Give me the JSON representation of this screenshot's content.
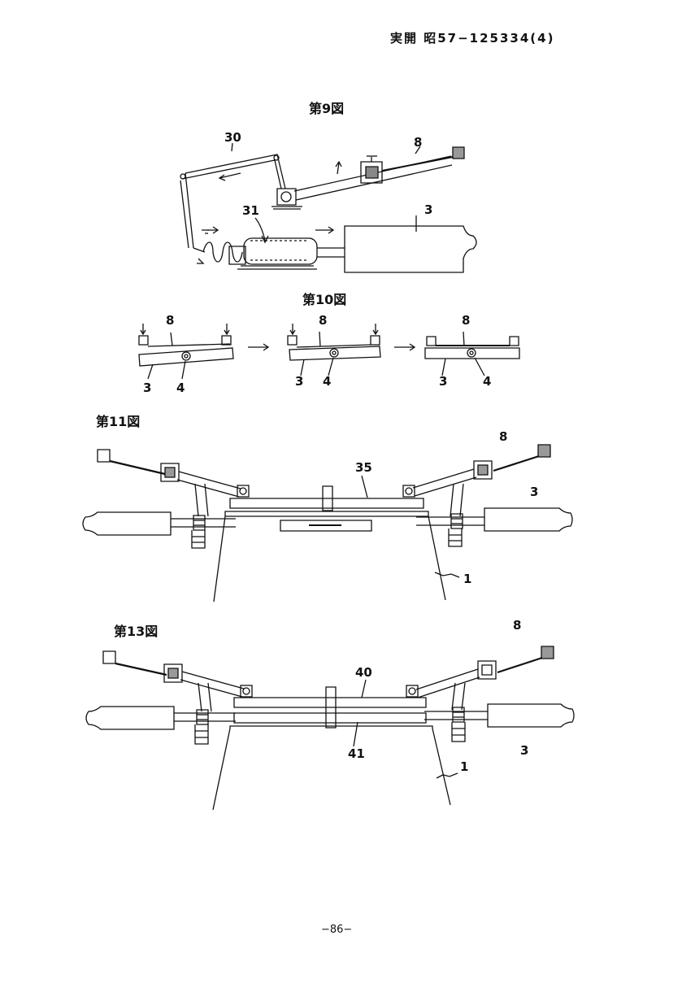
{
  "header": {
    "doc_number": "実開 昭57−125334(4)"
  },
  "figures": {
    "fig9": {
      "caption": "第9図",
      "labels": {
        "l30": "30",
        "l8": "8",
        "l31": "31",
        "l3": "3"
      }
    },
    "fig10": {
      "caption": "第10図",
      "labels": {
        "a8": "8",
        "a3": "3",
        "a4": "4",
        "b8": "8",
        "b3": "3",
        "b4": "4",
        "c8": "8",
        "c3": "3",
        "c4": "4"
      }
    },
    "fig11": {
      "caption": "第11図",
      "labels": {
        "l8": "8",
        "l35": "35",
        "l3": "3",
        "l1": "1"
      }
    },
    "fig13": {
      "caption": "第13図",
      "labels": {
        "l8": "8",
        "l40": "40",
        "l41": "41",
        "l3": "3",
        "l1": "1"
      }
    }
  },
  "footer": {
    "page_number": "−86−"
  }
}
